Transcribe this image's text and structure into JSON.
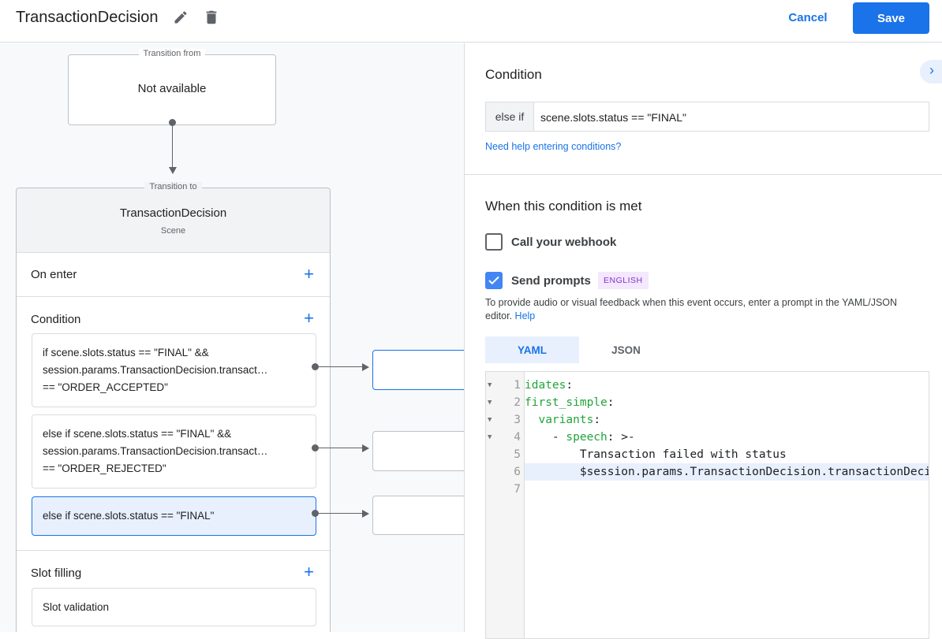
{
  "header": {
    "title": "TransactionDecision",
    "edit_icon": "pencil-icon",
    "delete_icon": "trash-icon",
    "cancel_label": "Cancel",
    "save_label": "Save"
  },
  "canvas": {
    "transition_from": {
      "legend": "Transition from",
      "value": "Not available"
    },
    "transition_to": {
      "legend": "Transition to",
      "scene_name": "TransactionDecision",
      "scene_type": "Scene"
    },
    "on_enter_label": "On enter",
    "condition_label": "Condition",
    "conditions": [
      {
        "line1": "if scene.slots.status == \"FINAL\" &&",
        "line2": "session.params.TransactionDecision.transact…",
        "line3": "== \"ORDER_ACCEPTED\""
      },
      {
        "line1": "else if scene.slots.status == \"FINAL\" &&",
        "line2": "session.params.TransactionDecision.transact…",
        "line3": "== \"ORDER_REJECTED\""
      },
      {
        "line1": "else if scene.slots.status == \"FINAL\"",
        "selected": true
      }
    ],
    "slot_filling_label": "Slot filling",
    "slot_validation_label": "Slot validation"
  },
  "panel": {
    "condition_heading": "Condition",
    "condition_prefix": "else if",
    "condition_value": "scene.slots.status == \"FINAL\"",
    "help_link": "Need help entering conditions?",
    "when_heading": "When this condition is met",
    "webhook_label": "Call your webhook",
    "webhook_checked": false,
    "prompts_label": "Send prompts",
    "prompts_checked": true,
    "language_badge": "ENGLISH",
    "description": "To provide audio or visual feedback when this event occurs, enter a prompt in the YAML/JSON editor.",
    "description_link": "Help",
    "tabs": [
      {
        "label": "YAML",
        "active": true
      },
      {
        "label": "JSON",
        "active": false
      }
    ],
    "editor_lines": [
      {
        "n": "1",
        "fold": true,
        "key": "idates",
        "rest": ":"
      },
      {
        "n": "2",
        "fold": true,
        "key": "first_simple",
        "rest": ":"
      },
      {
        "n": "3",
        "fold": true,
        "indent": "  ",
        "key": "variants",
        "rest": ":"
      },
      {
        "n": "4",
        "fold": true,
        "indent": "    - ",
        "key": "speech",
        "rest": ": >-"
      },
      {
        "n": "5",
        "indent": "        ",
        "text": "Transaction failed with status"
      },
      {
        "n": "6",
        "indent": "        ",
        "text": "$session.params.TransactionDecision.transactionDecision",
        "active": true
      },
      {
        "n": "7",
        "text": ""
      }
    ]
  },
  "colors": {
    "accent": "#1a73e8",
    "selected_bg": "#e8f0fe",
    "badge_bg": "#f3e8fd",
    "badge_text": "#8430ce",
    "yaml_key": "#22a33a"
  }
}
